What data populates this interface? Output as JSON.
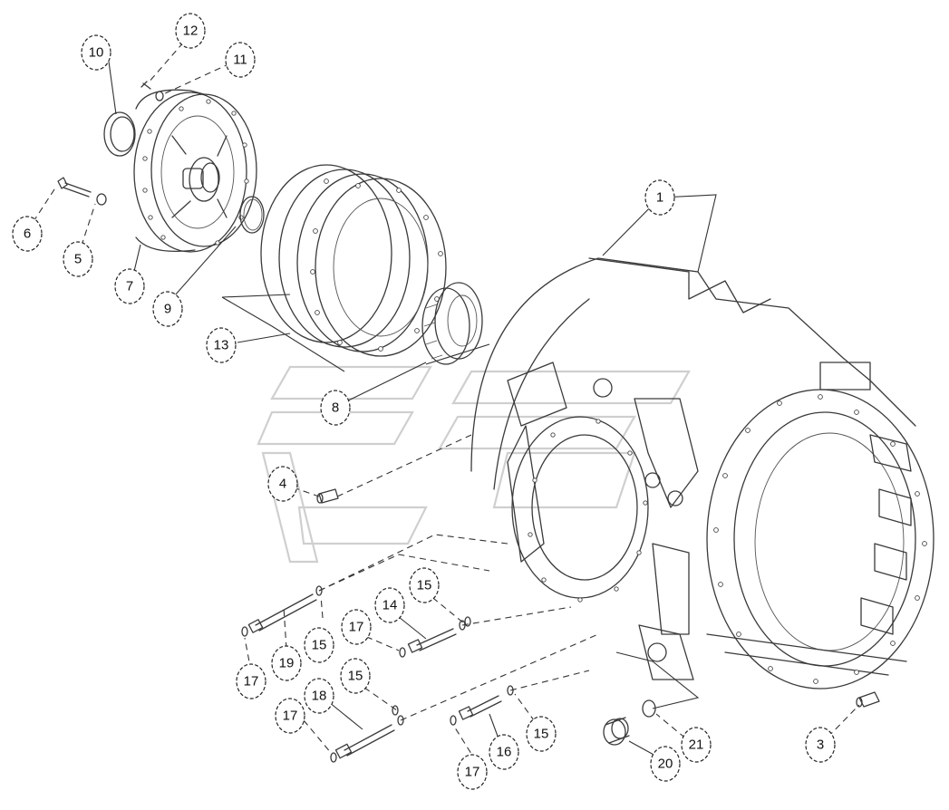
{
  "callouts": [
    {
      "id": "c1",
      "label": "1"
    },
    {
      "id": "c3",
      "label": "3"
    },
    {
      "id": "c4",
      "label": "4"
    },
    {
      "id": "c5",
      "label": "5"
    },
    {
      "id": "c6",
      "label": "6"
    },
    {
      "id": "c7",
      "label": "7"
    },
    {
      "id": "c8",
      "label": "8"
    },
    {
      "id": "c9",
      "label": "9"
    },
    {
      "id": "c10",
      "label": "10"
    },
    {
      "id": "c11",
      "label": "11"
    },
    {
      "id": "c12",
      "label": "12"
    },
    {
      "id": "c13",
      "label": "13"
    },
    {
      "id": "c14",
      "label": "14"
    },
    {
      "id": "c15a",
      "label": "15"
    },
    {
      "id": "c15b",
      "label": "15"
    },
    {
      "id": "c15c",
      "label": "15"
    },
    {
      "id": "c15d",
      "label": "15"
    },
    {
      "id": "c16",
      "label": "16"
    },
    {
      "id": "c17a",
      "label": "17"
    },
    {
      "id": "c17b",
      "label": "17"
    },
    {
      "id": "c17c",
      "label": "17"
    },
    {
      "id": "c17d",
      "label": "17"
    },
    {
      "id": "c18",
      "label": "18"
    },
    {
      "id": "c19",
      "label": "19"
    },
    {
      "id": "c20",
      "label": "20"
    },
    {
      "id": "c21",
      "label": "21"
    }
  ]
}
